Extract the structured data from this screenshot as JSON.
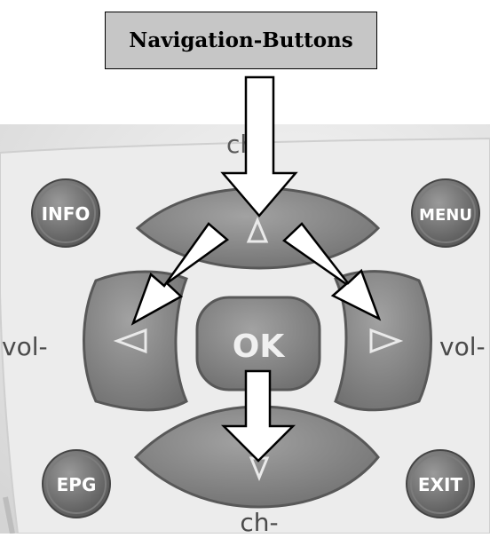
{
  "caption": "Navigation-Buttons",
  "buttons": {
    "info": "INFO",
    "menu": "MENU",
    "epg": "EPG",
    "exit": "EXIT",
    "ok": "OK"
  },
  "labels": {
    "vol_left": "vol-",
    "vol_right": "vol-",
    "ch_minus": "ch-"
  },
  "colors": {
    "caption_bg": "#c6c6c6",
    "button_gray": "#8a8a8a",
    "remote_body": "#e6e6e6",
    "arrow_fill": "#ffffff",
    "arrow_stroke": "#000000"
  }
}
